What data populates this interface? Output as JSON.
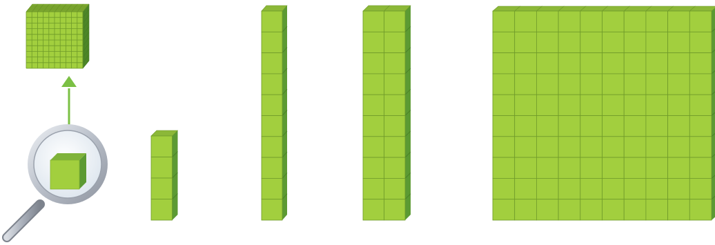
{
  "colors": {
    "front": "#a2cf3e",
    "top": "#8cb838",
    "side": "#5c9a33",
    "seam": "#6f9a2a",
    "arrow": "#7bc044",
    "lens_rim": "#c9ced6",
    "lens_glass": "#f4f8fc",
    "handle": "#aeb4bf"
  },
  "icons": {
    "magnifier": "magnifying-glass-icon",
    "unit_cube": "unit-cube-icon",
    "big_cube": "thousand-cube-icon",
    "arrow": "arrow-up-icon"
  },
  "groups": [
    {
      "name": "stack-4",
      "columns": 1,
      "cubes_per_column": 4
    },
    {
      "name": "rod-10",
      "columns": 1,
      "cubes_per_column": 10
    },
    {
      "name": "rods-20",
      "columns": 2,
      "cubes_per_column": 10
    },
    {
      "name": "rods-100",
      "columns": 10,
      "cubes_per_column": 10
    }
  ]
}
